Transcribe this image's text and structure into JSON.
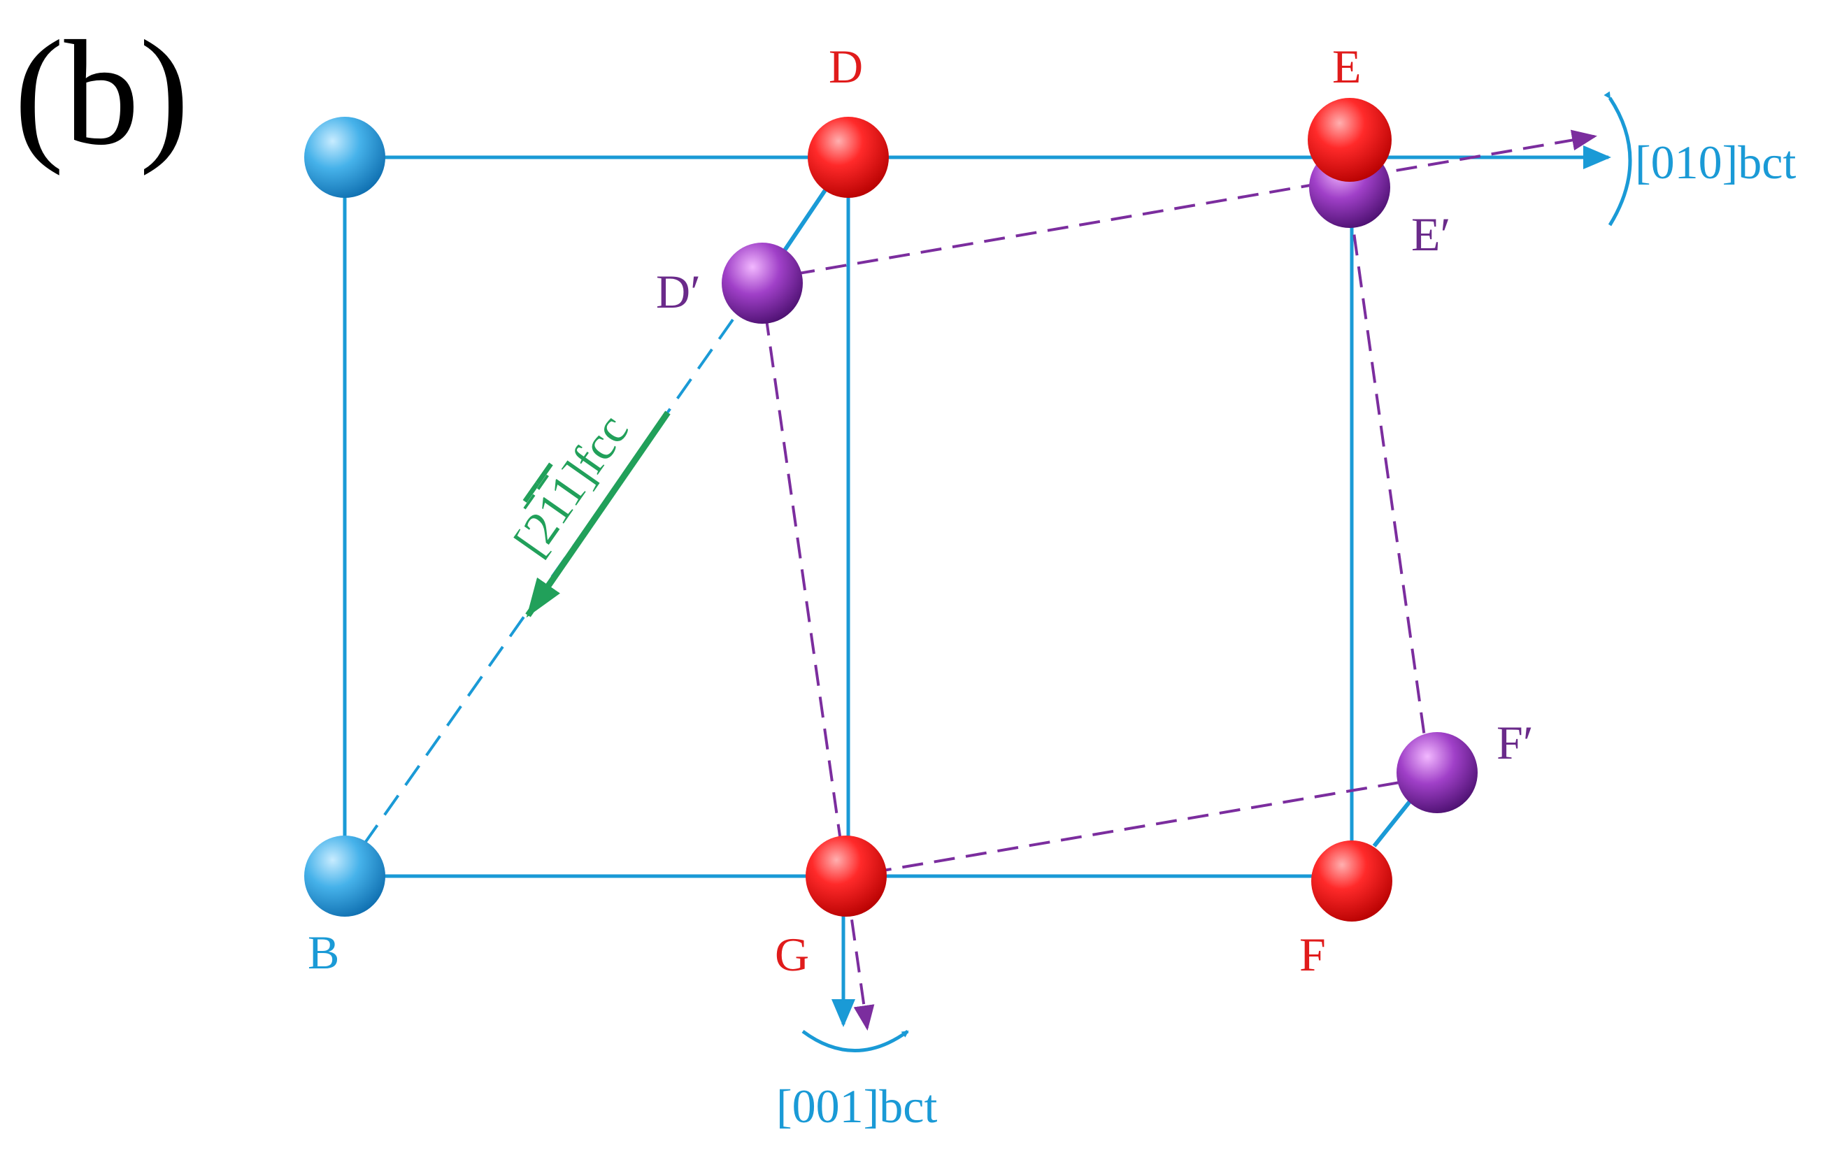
{
  "panel_label": "(b)",
  "colors": {
    "lattice": "#1a9ad6",
    "shifted": "#7b2d9e",
    "red_label": "#e01b1b",
    "purple_label": "#6a2a8a",
    "fcc_arrow": "#21a05a"
  },
  "atoms": {
    "B": "B",
    "D": "D",
    "E": "E",
    "F": "F",
    "G": "G",
    "D_prime": "D′",
    "E_prime": "E′",
    "F_prime": "F′"
  },
  "directions": {
    "bct_010": "[010]bct",
    "bct_001": "[001]bct",
    "fcc_pre": "[2",
    "fcc_bar1": "1",
    "fcc_bar2": "1",
    "fcc_post": "]fcc"
  }
}
